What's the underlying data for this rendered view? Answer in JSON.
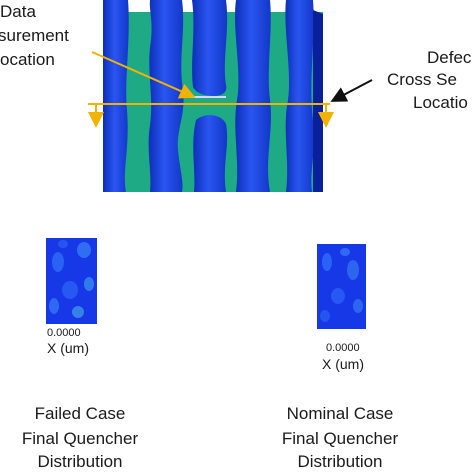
{
  "annotations": {
    "data_location": [
      "Data",
      "surement",
      "ocation"
    ],
    "defect_location": [
      "Defec",
      "Cross Se",
      "Locatio"
    ]
  },
  "panels": {
    "failed": {
      "axis_tick": "0.0000",
      "axis_label": "X (um)",
      "caption": [
        "Failed Case",
        "Final Quencher",
        "Distribution"
      ]
    },
    "nominal": {
      "axis_tick": "0.0000",
      "axis_label": "X (um)",
      "caption": [
        "Nominal Case",
        "Final Quencher",
        "Distribution"
      ]
    }
  },
  "colors": {
    "line_blue": "#1a3fe0",
    "line_shadow": "#0a1f9a",
    "space_green": "#1faa86",
    "arrow_orange": "#f2b200",
    "arrow_black": "#111111"
  }
}
